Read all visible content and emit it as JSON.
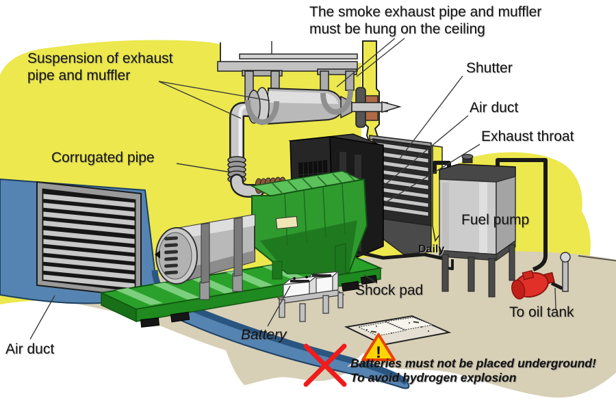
{
  "diagram": {
    "ceiling_note": {
      "line1": "The smoke exhaust pipe and muffler",
      "line2": "must be hung on the ceiling"
    },
    "labels": {
      "suspension_line1": "Suspension of exhaust",
      "suspension_line2": "pipe and muffler",
      "corrugated_pipe": "Corrugated pipe",
      "shutter": "Shutter",
      "air_duct_right": "Air duct",
      "exhaust_throat": "Exhaust throat",
      "fuel_pump": "Fuel pump",
      "daily": "Daily",
      "shock_pad": "Shock pad",
      "battery": "Battery",
      "air_duct_left": "Air duct",
      "to_oil_tank": "To oil tank"
    },
    "warning": {
      "line1": "Batteries must not be placed underground!",
      "line2": "To avoid hydrogen explosion"
    },
    "warning_triangle_glyph": "!",
    "colors": {
      "wall_yellow": "#ece84e",
      "wall_blue": "#5584b2",
      "wall_blue_edge": "#2a5580",
      "floor_beige": "#d7cfb6",
      "engine_green": "#2f9b2f",
      "skid_green": "#2aa12a",
      "radiator_black": "#1c1c1c",
      "pump_red": "#e03028",
      "triangle_yellow": "#ffd400",
      "triangle_red": "#e84200",
      "cross_red": "#ee1c1c"
    }
  }
}
